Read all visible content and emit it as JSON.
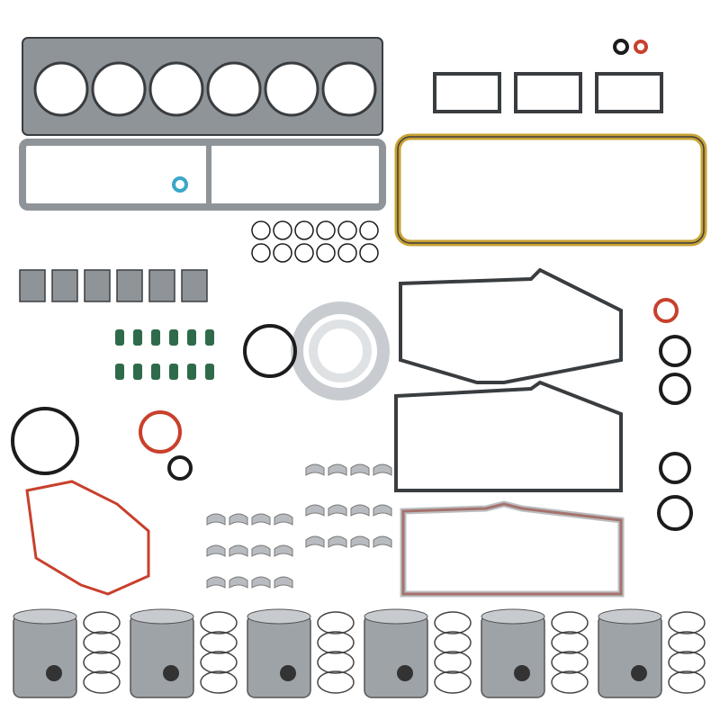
{
  "image": {
    "subject": "engine-overhaul-gasket-and-piston-kit",
    "colors": {
      "background": "#ffffff",
      "gasket_gray": "#8f9499",
      "gasket_dark": "#3a3d40",
      "oil_pan_gold": "#c9a233",
      "seal_red": "#c8402c",
      "oring_black": "#1c1c1c",
      "oring_blue": "#3aa7c9",
      "valve_seal_green": "#2f6b4a",
      "piston_silver": "#9ea3a8",
      "bearing_gray": "#b8bcc0",
      "copper_bead": "#b5552f"
    },
    "piston_count": 6,
    "head_gasket_bores": 6
  }
}
